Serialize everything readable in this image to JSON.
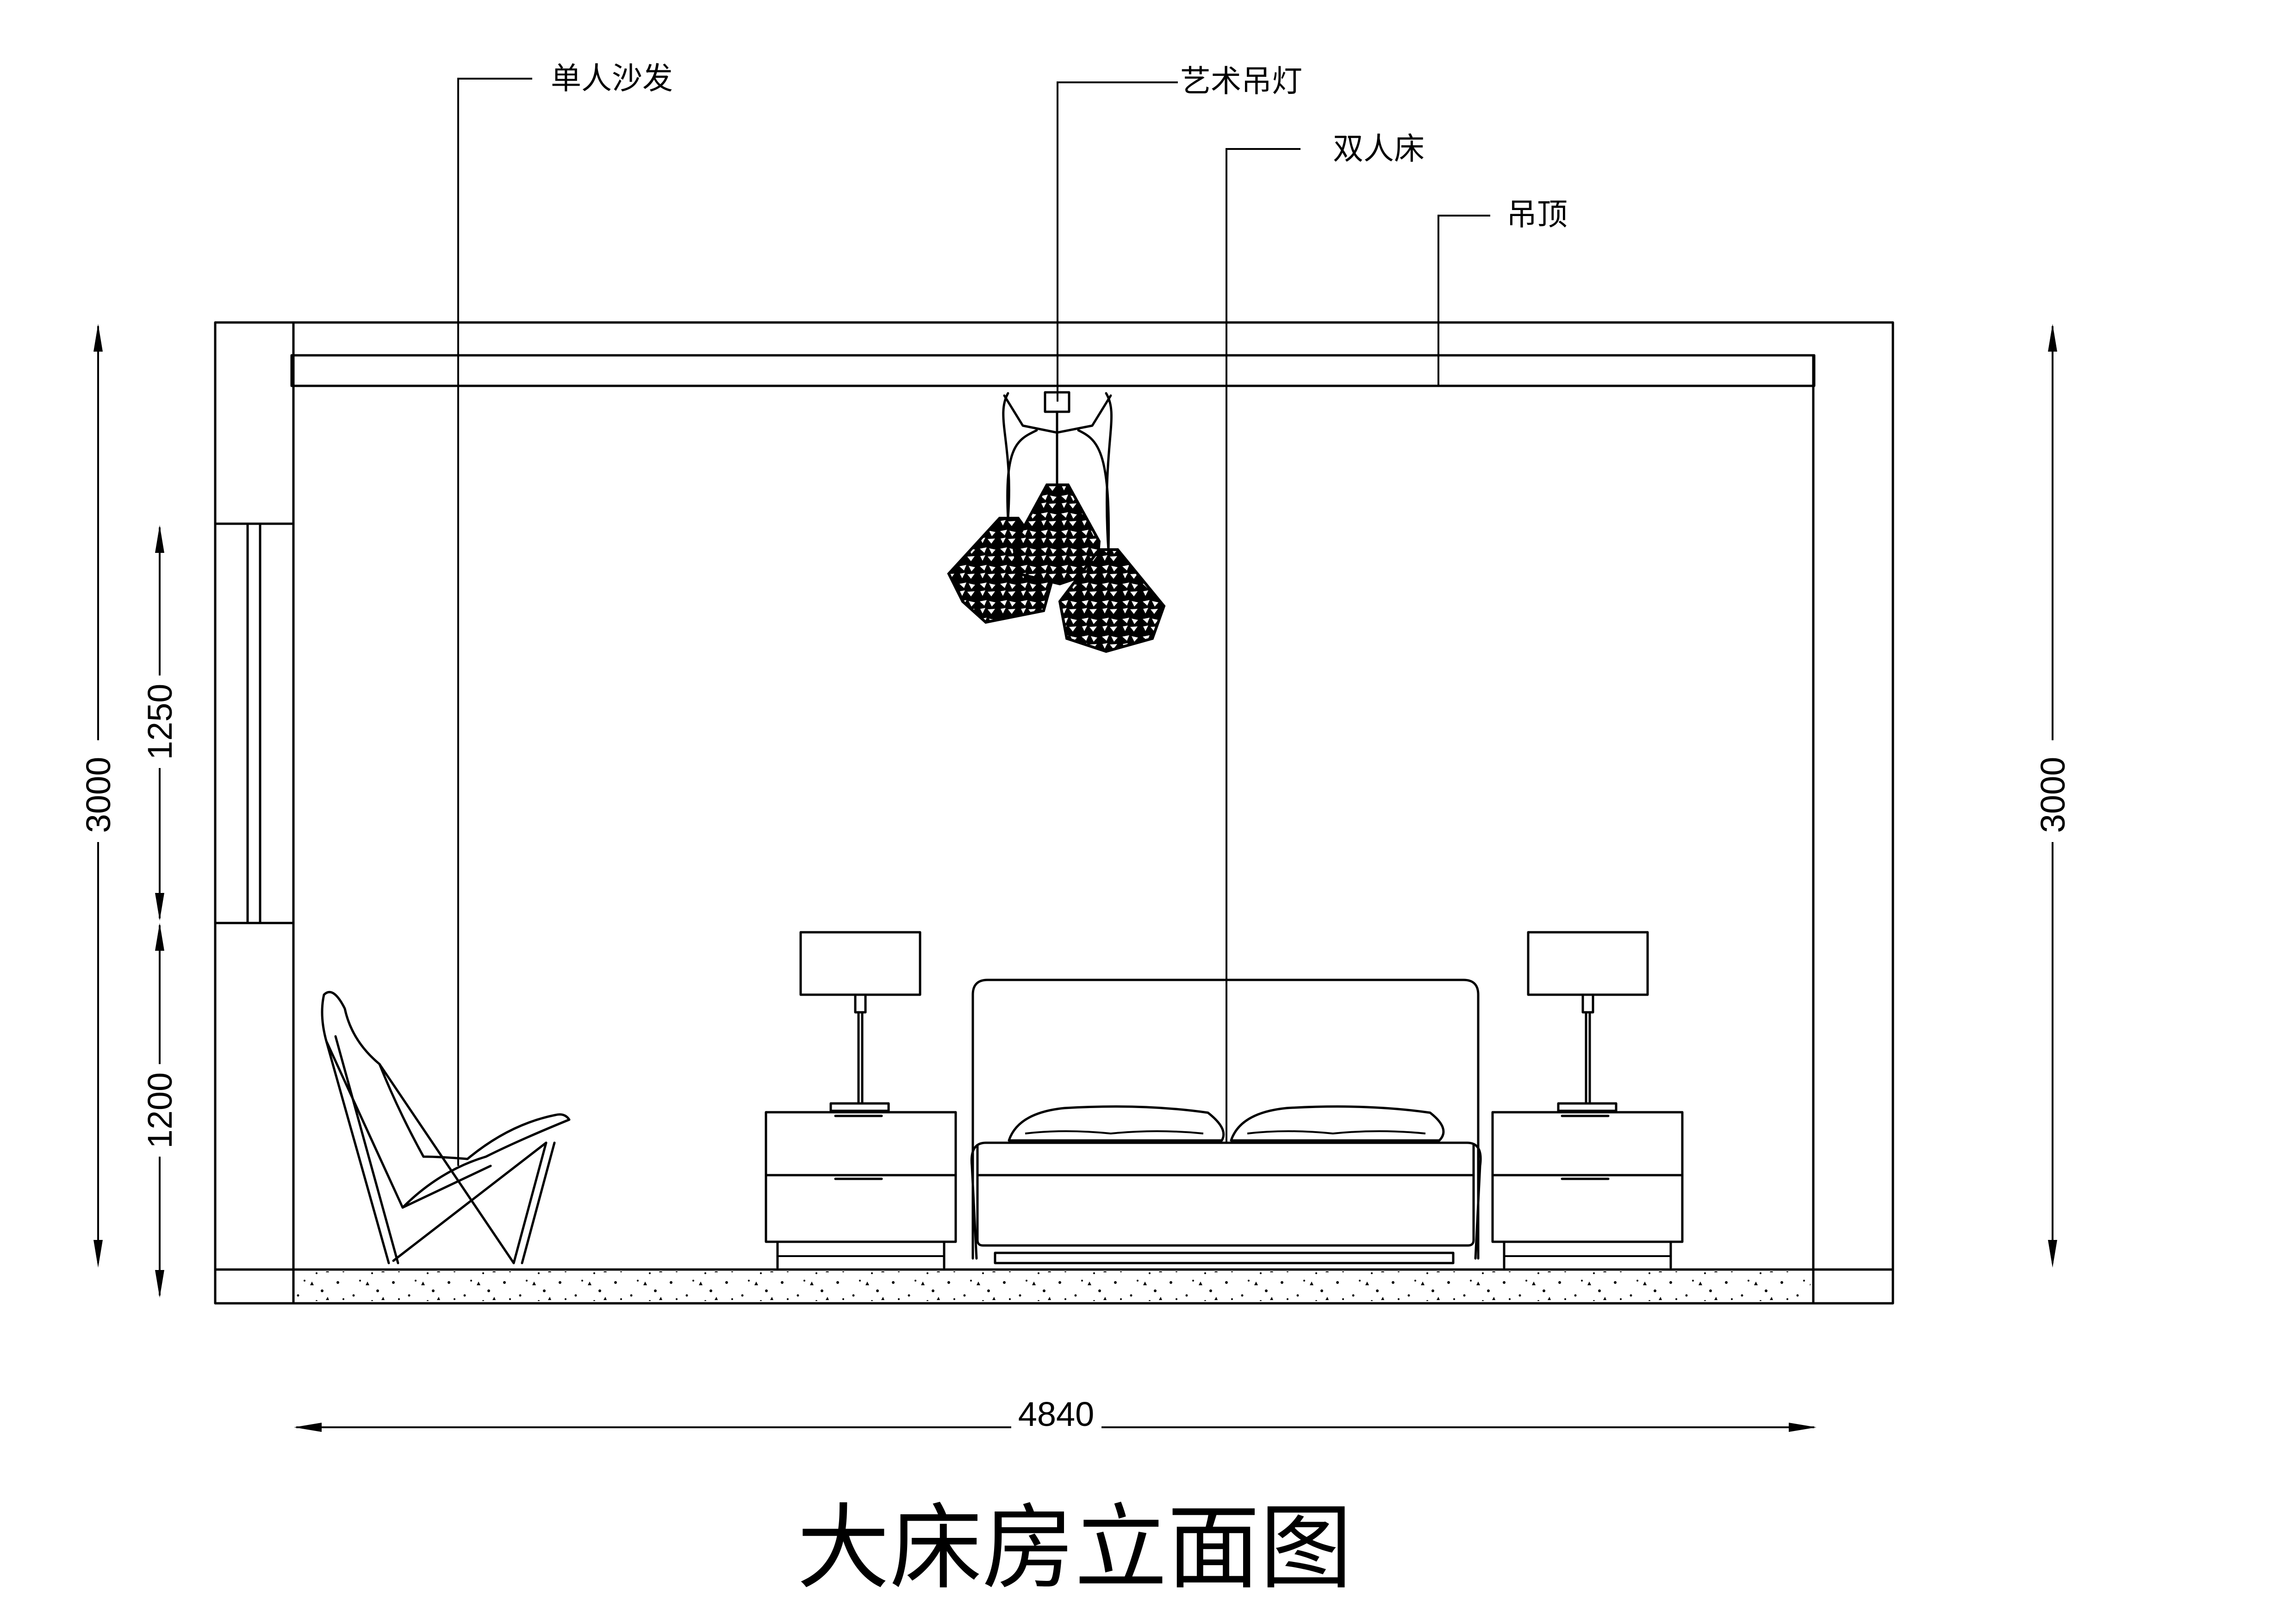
{
  "title": "大床房立面图",
  "labels": {
    "sofa": "单人沙发",
    "pendant": "艺术吊灯",
    "bed": "双人床",
    "ceiling": "吊顶"
  },
  "dimensions": {
    "left_total": "3000",
    "left_upper": "1250",
    "left_lower": "1200",
    "right_total": "3000",
    "width": "4840"
  }
}
